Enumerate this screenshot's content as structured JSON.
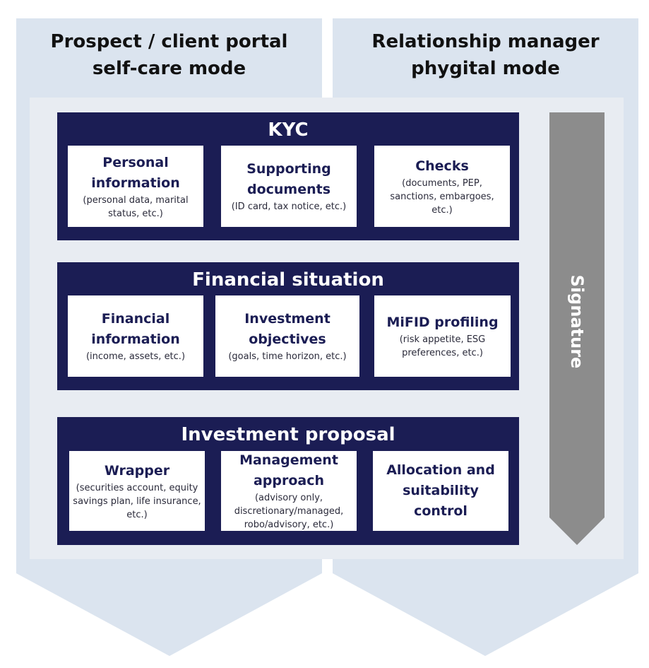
{
  "columns": {
    "left": {
      "title_line1": "Prospect / client portal",
      "title_line2": "self-care mode"
    },
    "right": {
      "title_line1": "Relationship manager",
      "title_line2": "phygital mode"
    }
  },
  "sections": [
    {
      "title": "KYC",
      "cards": [
        {
          "title": "Personal information",
          "desc": "(personal data, marital status, etc.)"
        },
        {
          "title": "Supporting documents",
          "desc": "(ID card, tax notice, etc.)"
        },
        {
          "title": "Checks",
          "desc": "(documents, PEP, sanctions, embargoes, etc.)"
        }
      ]
    },
    {
      "title": "Financial situation",
      "cards": [
        {
          "title": "Financial information",
          "desc": "(income, assets, etc.)"
        },
        {
          "title": "Investment objectives",
          "desc": "(goals, time horizon, etc.)"
        },
        {
          "title": "MiFID profiling",
          "desc": "(risk appetite, ESG preferences, etc.)"
        }
      ]
    },
    {
      "title": "Investment proposal",
      "cards": [
        {
          "title": "Wrapper",
          "desc": "(securities account, equity savings plan, life insurance, etc.)"
        },
        {
          "title": "Management approach",
          "desc": "(advisory only, discretionary/managed, robo/advisory, etc.)"
        },
        {
          "title": "Allocation and suitability control",
          "desc": ""
        }
      ]
    }
  ],
  "signature": {
    "label": "Signature"
  },
  "colors": {
    "column_bg": "#dbe4ef",
    "inner_panel": "#e8ecf2",
    "section_bg": "#1b1d54",
    "card_bg": "#ffffff",
    "signature_arrow": "#8c8c8c"
  }
}
